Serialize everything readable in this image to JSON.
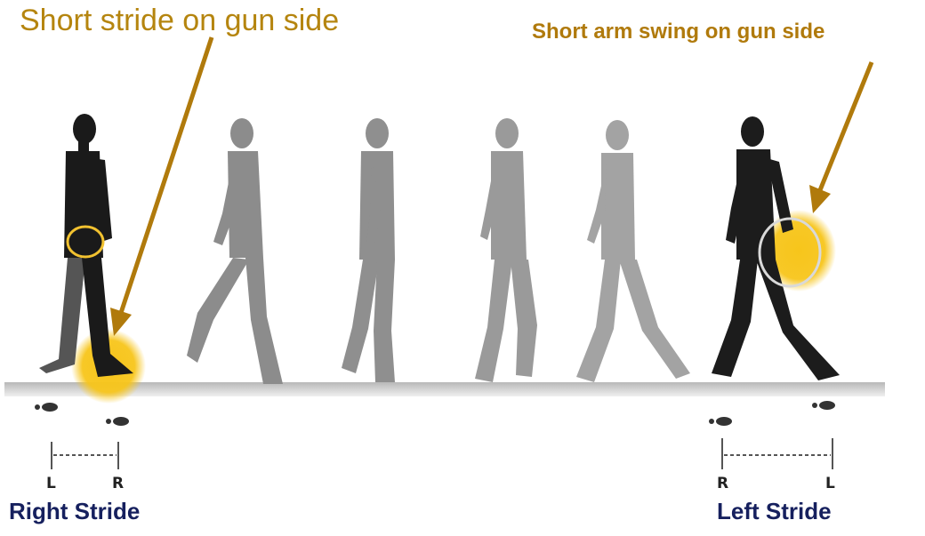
{
  "callouts": {
    "left": "Short stride on gun side",
    "right": "Short arm swing on gun side"
  },
  "strides": {
    "right": {
      "title": "Right Stride",
      "first": "L",
      "second": "R"
    },
    "left": {
      "title": "Left Stride",
      "first": "R",
      "second": "L"
    }
  },
  "colors": {
    "callout_text": "#b5850f",
    "arrow": "#b07a0c",
    "highlight": "#f7c51b",
    "stride_title": "#16205e",
    "dark_figure": "#1a1a1a",
    "grey_figure": "#8c8c8c",
    "ground": "#c8c8c8"
  }
}
